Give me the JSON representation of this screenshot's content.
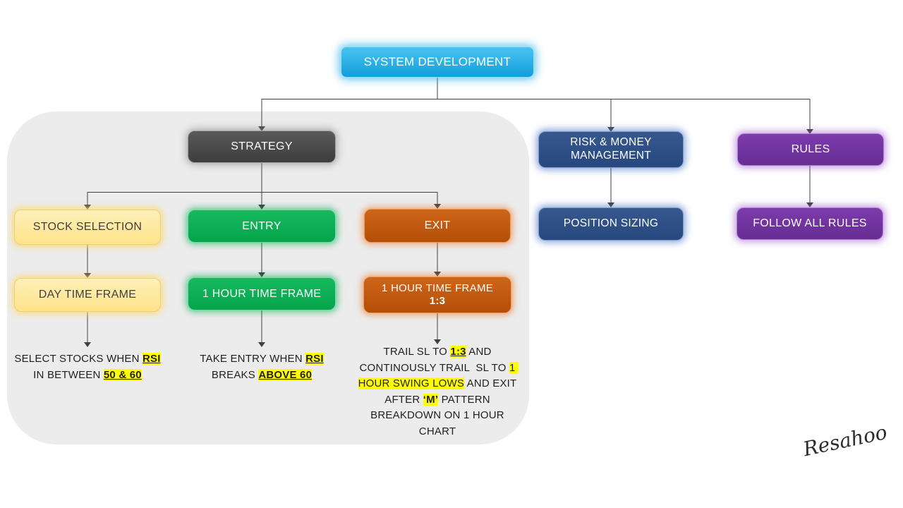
{
  "diagram": {
    "root": {
      "label": "SYSTEM DEVELOPMENT"
    },
    "strategy": {
      "label": "STRATEGY",
      "stock_selection": {
        "label": "STOCK SELECTION",
        "timeframe": "DAY TIME FRAME"
      },
      "entry": {
        "label": "ENTRY",
        "timeframe": "1 HOUR TIME FRAME"
      },
      "exit": {
        "label": "EXIT",
        "timeframe_line1": "1 HOUR TIME FRAME",
        "timeframe_line2": "1:3"
      }
    },
    "risk": {
      "label": "RISK & MONEY MANAGEMENT",
      "child": "POSITION SIZING"
    },
    "rules": {
      "label": "RULES",
      "child": "FOLLOW ALL RULES"
    }
  },
  "notes": {
    "stock_selection": [
      {
        "t": "SELECT STOCKS WHEN ",
        "m": false
      },
      {
        "t": "RSI",
        "m": true,
        "b": true,
        "u": true
      },
      {
        "t": " IN BETWEEN ",
        "m": false
      },
      {
        "t": "50 & 60",
        "m": true,
        "b": true,
        "u": true
      }
    ],
    "entry": [
      {
        "t": "TAKE ENTRY WHEN ",
        "m": false
      },
      {
        "t": "RSI",
        "m": true,
        "b": true,
        "u": true
      },
      {
        "t": " BREAKS ",
        "m": false
      },
      {
        "t": "ABOVE 60",
        "m": true,
        "b": true,
        "u": true
      }
    ],
    "exit": [
      {
        "t": "TRAIL SL TO ",
        "m": false
      },
      {
        "t": "1:3",
        "m": true,
        "b": true,
        "u": true
      },
      {
        "t": " AND CONTINOUSLY TRAIL  SL TO ",
        "m": false
      },
      {
        "t": "1 HOUR SWING LOWS",
        "m": true
      },
      {
        "t": " AND EXIT AFTER ",
        "m": false
      },
      {
        "t": "‘M’",
        "m": true,
        "b": true
      },
      {
        "t": " PATTERN BREAKDOWN ON 1 HOUR CHART",
        "m": false
      }
    ]
  },
  "signature": "Resahoo",
  "colors": {
    "root_blue": "#1ca9e1",
    "strategy_gray": "#4a4a4a",
    "risk_blue": "#2e5191",
    "rules_purple": "#7030a0",
    "selection_yellow": "#ffe79b",
    "entry_green": "#0caf55",
    "exit_orange": "#c4570e",
    "highlight": "#ffff00",
    "panel_gray": "#ececec"
  }
}
